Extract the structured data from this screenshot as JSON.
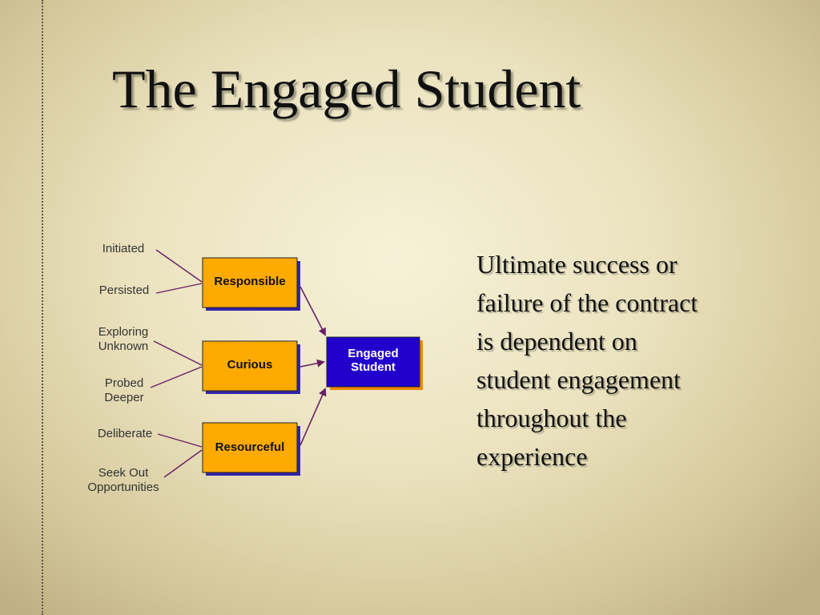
{
  "slide": {
    "title": "The Engaged Student",
    "body_lines": [
      "Ultimate success or",
      "failure of the contract",
      "is dependent on",
      "student engagement",
      "throughout the",
      "experience"
    ]
  },
  "diagram": {
    "target": {
      "line1": "Engaged",
      "line2": "Student",
      "color": "#2200cc"
    },
    "traits": [
      {
        "label": "Responsible",
        "causes": [
          [
            "Initiated"
          ],
          [
            "Persisted"
          ]
        ]
      },
      {
        "label": "Curious",
        "causes": [
          [
            "Exploring",
            "Unknown"
          ],
          [
            "Probed",
            "Deeper"
          ]
        ]
      },
      {
        "label": "Resourceful",
        "causes": [
          [
            "Deliberate"
          ],
          [
            "Seek Out",
            "Opportunities"
          ]
        ]
      }
    ],
    "trait_color": "#ffaa00",
    "connector_color": "#6a1f66"
  }
}
